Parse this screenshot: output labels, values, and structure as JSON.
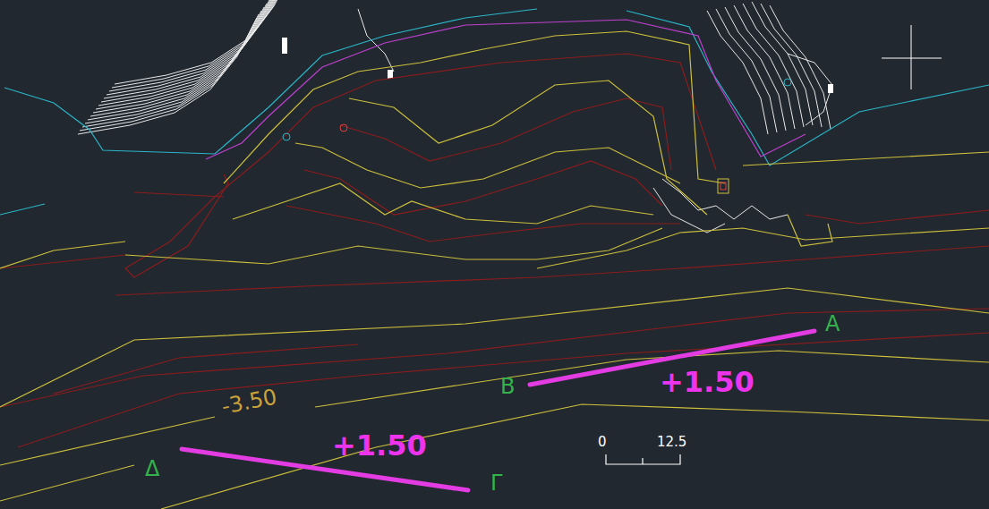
{
  "diagram": {
    "labels": [
      "A",
      "B",
      "+1.50",
      "+1.50",
      "Δ",
      "Γ",
      "-3.50",
      "0",
      "12.5"
    ]
  }
}
